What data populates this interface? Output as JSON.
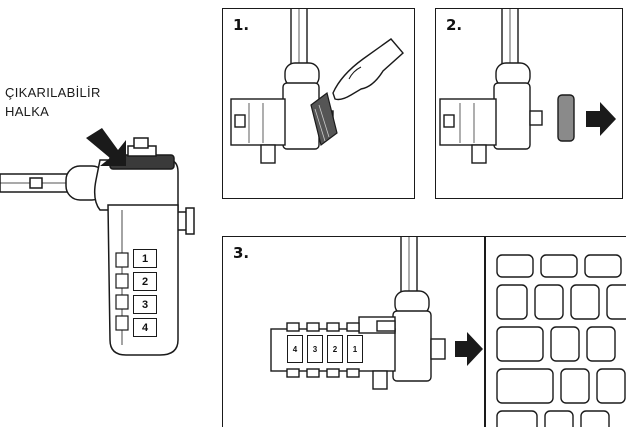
{
  "callout": {
    "line1": "ÇIKARILABİLİR",
    "line2": "HALKA"
  },
  "main_lock": {
    "dials": [
      "1",
      "2",
      "3",
      "4"
    ]
  },
  "steps": [
    {
      "label": "1."
    },
    {
      "label": "2."
    },
    {
      "label": "3."
    }
  ],
  "step3_lock": {
    "dials": [
      "4",
      "3",
      "2",
      "1"
    ]
  },
  "colors": {
    "line": "#1a1a1a",
    "dark_fill": "#3a3a3a",
    "mid_gray": "#8a8a8a",
    "light_gray": "#e6e6e6"
  }
}
